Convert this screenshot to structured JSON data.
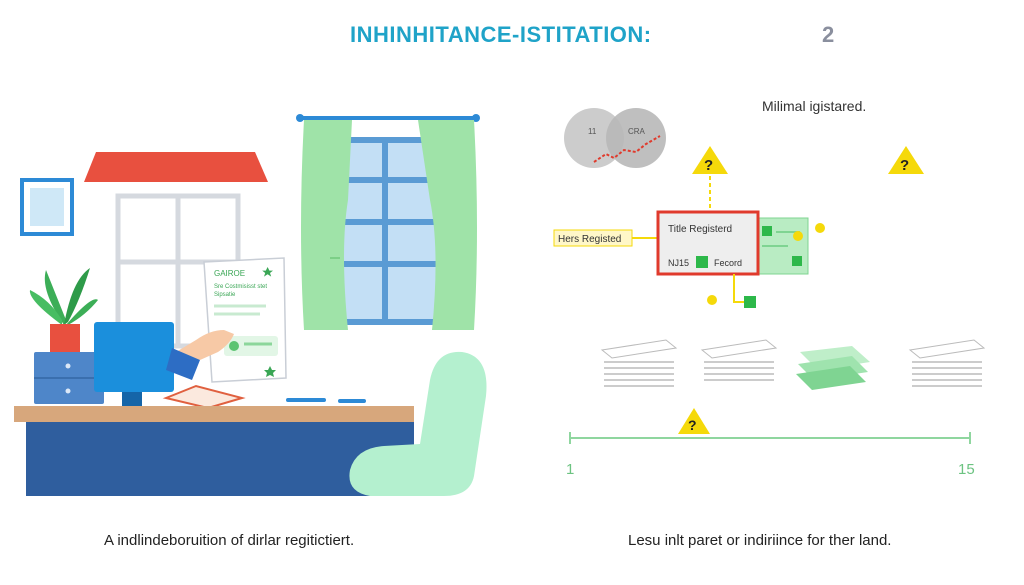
{
  "header": {
    "title": "INHINHITANCE-ISTITATION:",
    "page_number": "2"
  },
  "left_panel": {
    "document_heading": "GAIROE",
    "document_line_1": "Sre Costmisisst stet",
    "document_line_2": "Sipsatie",
    "caption": "A indlindeboruition of dirlar regitictiert."
  },
  "right_panel": {
    "top_label": "Milimal igistared.",
    "venn_left_label": "11",
    "venn_right_label": "CRA",
    "callout_label": "Hers Registed",
    "record_title": "Title Registerd",
    "record_code": "NJ15",
    "record_status": "Fecord",
    "timeline_start": "1",
    "timeline_end": "15",
    "caption": "Lesu inlt paret or indiriince for ther land."
  },
  "colors": {
    "title": "#1fa3c8",
    "warning": "#f5d90a",
    "record_border": "#e03a2c",
    "green": "#2db84a",
    "desk": "#2f5e9e"
  }
}
